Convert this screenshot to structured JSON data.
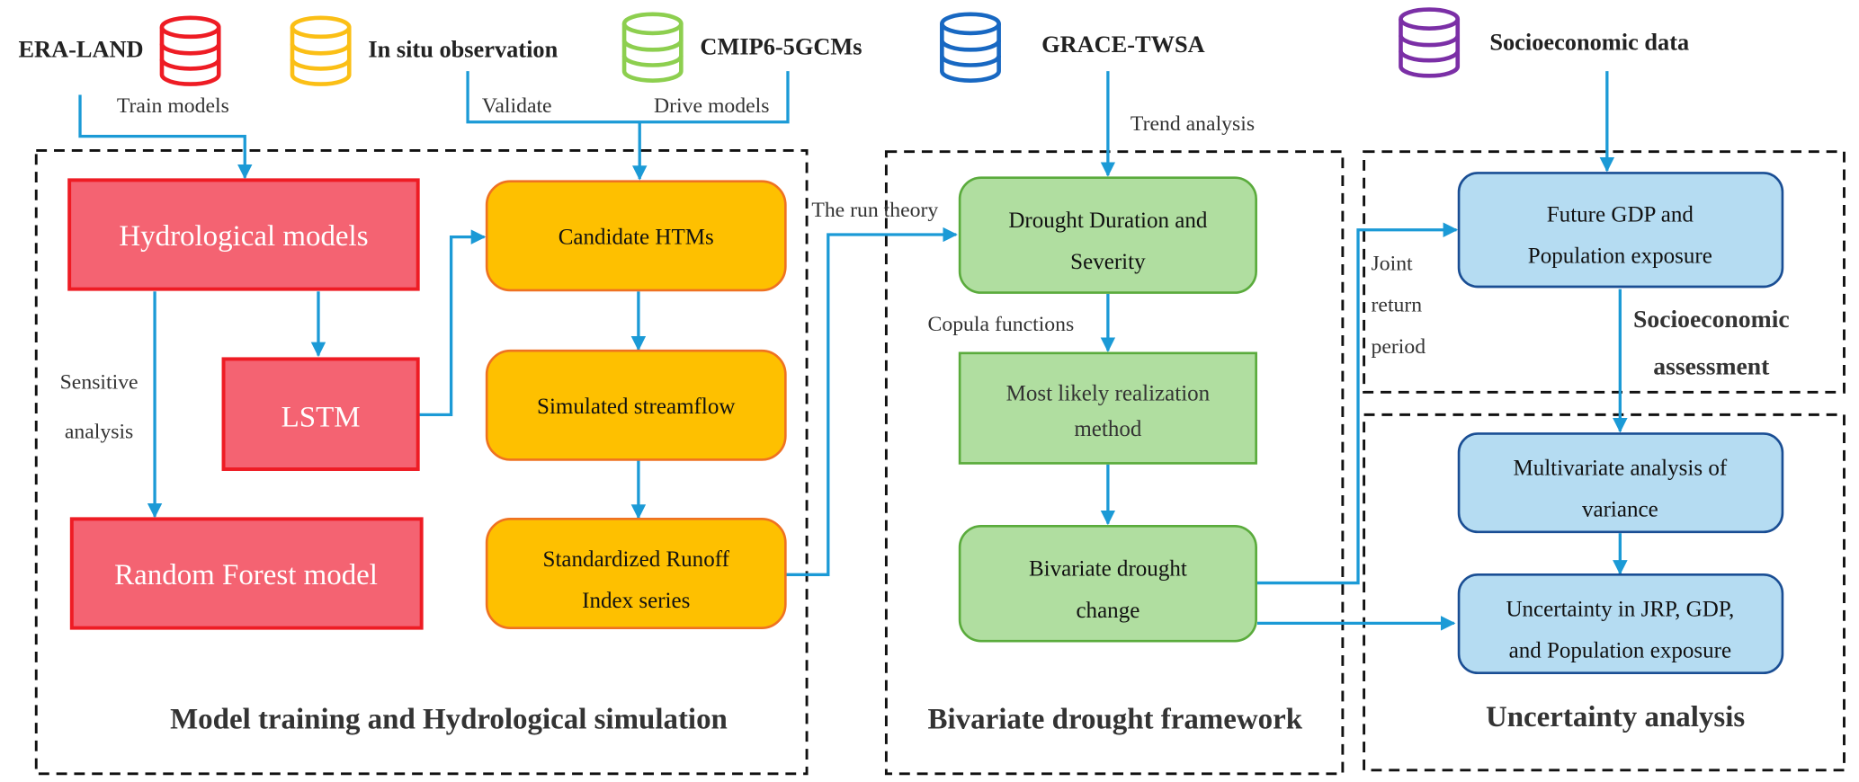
{
  "sources": [
    {
      "id": "era",
      "label": "ERA-LAND",
      "icon": "database-icon",
      "color": "#ee1c24"
    },
    {
      "id": "insitu",
      "label": "In situ observation",
      "icon": "database-icon",
      "color": "#fbbf16"
    },
    {
      "id": "cmip",
      "label": "CMIP6-5GCMs",
      "icon": "database-icon",
      "color": "#8dcf4f"
    },
    {
      "id": "grace",
      "label": "GRACE-TWSA",
      "icon": "database-icon",
      "color": "#1868c2"
    },
    {
      "id": "socio",
      "label": "Socioeconomic data",
      "icon": "database-icon",
      "color": "#7b2fa6"
    }
  ],
  "edge_labels": {
    "train": "Train models",
    "validate": "Validate",
    "drive": "Drive models",
    "trend": "Trend analysis",
    "run_theory": "The run theory",
    "copula": "Copula functions",
    "sensitive_1": "Sensitive",
    "sensitive_2": "analysis",
    "joint_1": "Joint",
    "joint_2": "return",
    "joint_3": "period"
  },
  "panels": {
    "model_training": "Model training and Hydrological simulation",
    "bivariate": "Bivariate drought framework",
    "socio_1": "Socioeconomic",
    "socio_2": "assessment",
    "uncertainty": "Uncertainty analysis"
  },
  "boxes": {
    "hydro": "Hydrological models",
    "lstm": "LSTM",
    "rf": "Random Forest model",
    "htm": "Candidate HTMs",
    "streamflow": "Simulated streamflow",
    "sri_1": "Standardized Runoff",
    "sri_2": "Index series",
    "dds_1": "Drought Duration and",
    "dds_2": "Severity",
    "mlr_1": "Most likely realization",
    "mlr_2": "method",
    "bdc_1": "Bivariate drought",
    "bdc_2": "change",
    "gdp_1": "Future GDP and",
    "gdp_2": "Population exposure",
    "mav_1": "Multivariate analysis of",
    "mav_2": "variance",
    "unc_1": "Uncertainty in JRP, GDP,",
    "unc_2": "and Population exposure"
  },
  "colors": {
    "arrow": "#1b9ad6",
    "red_fill": "#f46372",
    "red_stroke": "#ee1c24",
    "orange_fill": "#fec000",
    "orange_stroke": "#ef7221",
    "green_fill": "#b0dea0",
    "green_stroke": "#5aab3c",
    "blue_fill": "#b5dcf2",
    "blue_stroke": "#1a4e94"
  }
}
